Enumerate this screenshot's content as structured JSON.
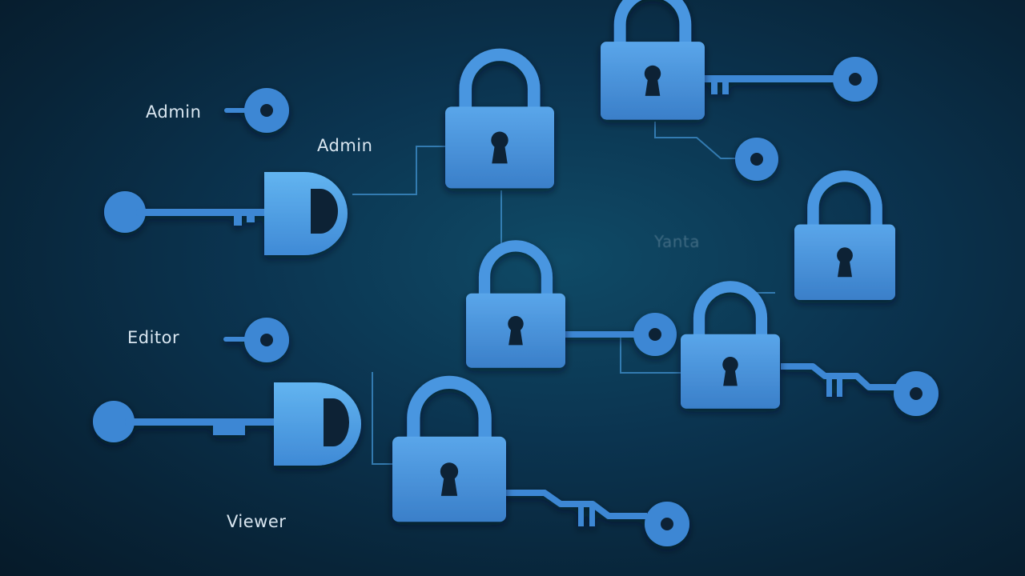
{
  "labels": {
    "admin_1": "Admin",
    "admin_2": "Admin",
    "editor": "Editor",
    "viewer": "Viewer",
    "faded": "Yanta"
  },
  "colors": {
    "background": "#0b3450",
    "lock_body": "#3f8ad6",
    "lock_body_highlight": "#5aa6ea",
    "shackle": "#4a96e0",
    "key": "#3c87d4",
    "connector": "#3d8cc8",
    "keyhole": "#0d2236",
    "label_text": "#d9e6f0"
  },
  "icons": [
    "padlock-icon",
    "key-icon",
    "keyhole-icon"
  ]
}
